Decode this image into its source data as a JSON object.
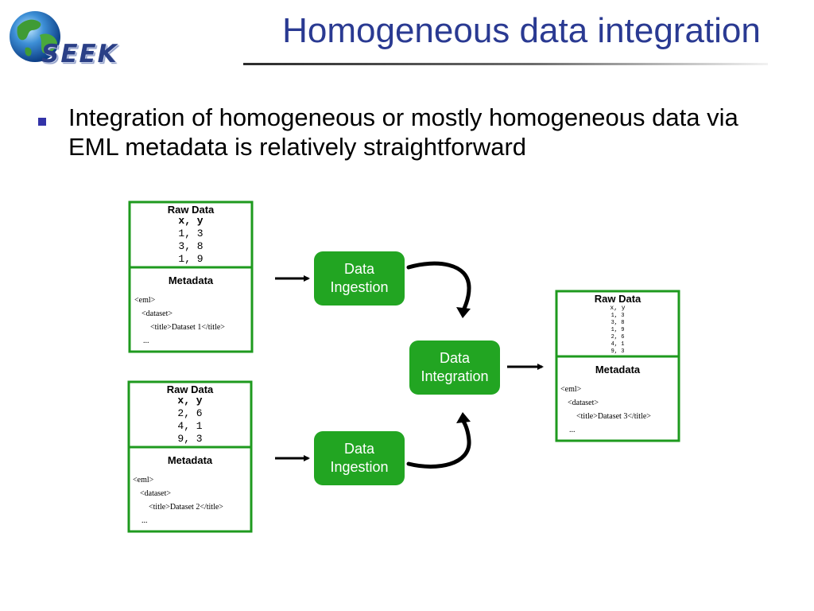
{
  "logo": {
    "text": "SEEK"
  },
  "slide": {
    "title": "Homogeneous data integration",
    "bullet": "Integration of homogeneous or mostly homogeneous data via EML metadata is relatively straightforward"
  },
  "diagram": {
    "dataset1": {
      "raw_title": "Raw Data",
      "rows": [
        "x, y",
        "1, 3",
        "3, 8",
        "1, 9"
      ],
      "meta_title": "Metadata",
      "meta_lines": [
        "<eml>",
        "<dataset>",
        "<title>Dataset 1</title>",
        "..."
      ]
    },
    "dataset2": {
      "raw_title": "Raw Data",
      "rows": [
        "x, y",
        "2, 6",
        "4, 1",
        "9, 3"
      ],
      "meta_title": "Metadata",
      "meta_lines": [
        "<eml>",
        "<dataset>",
        "<title>Dataset 2</title>",
        "..."
      ]
    },
    "result": {
      "raw_title": "Raw Data",
      "rows": [
        "x, y",
        "1, 3",
        "3, 8",
        "1, 9",
        "2, 6",
        "4, 1",
        "9, 3"
      ],
      "meta_title": "Metadata",
      "meta_lines": [
        "<eml>",
        "<dataset>",
        "<title>Dataset 3</title>",
        "..."
      ]
    },
    "ingestion_top": [
      "Data",
      "Ingestion"
    ],
    "ingestion_bottom": [
      "Data",
      "Ingestion"
    ],
    "integration": [
      "Data",
      "Integration"
    ],
    "colors": {
      "box_border": "#1e9a1e",
      "node_fill": "#22a522",
      "node_text": "#ffffff",
      "arrow": "#000000"
    }
  }
}
